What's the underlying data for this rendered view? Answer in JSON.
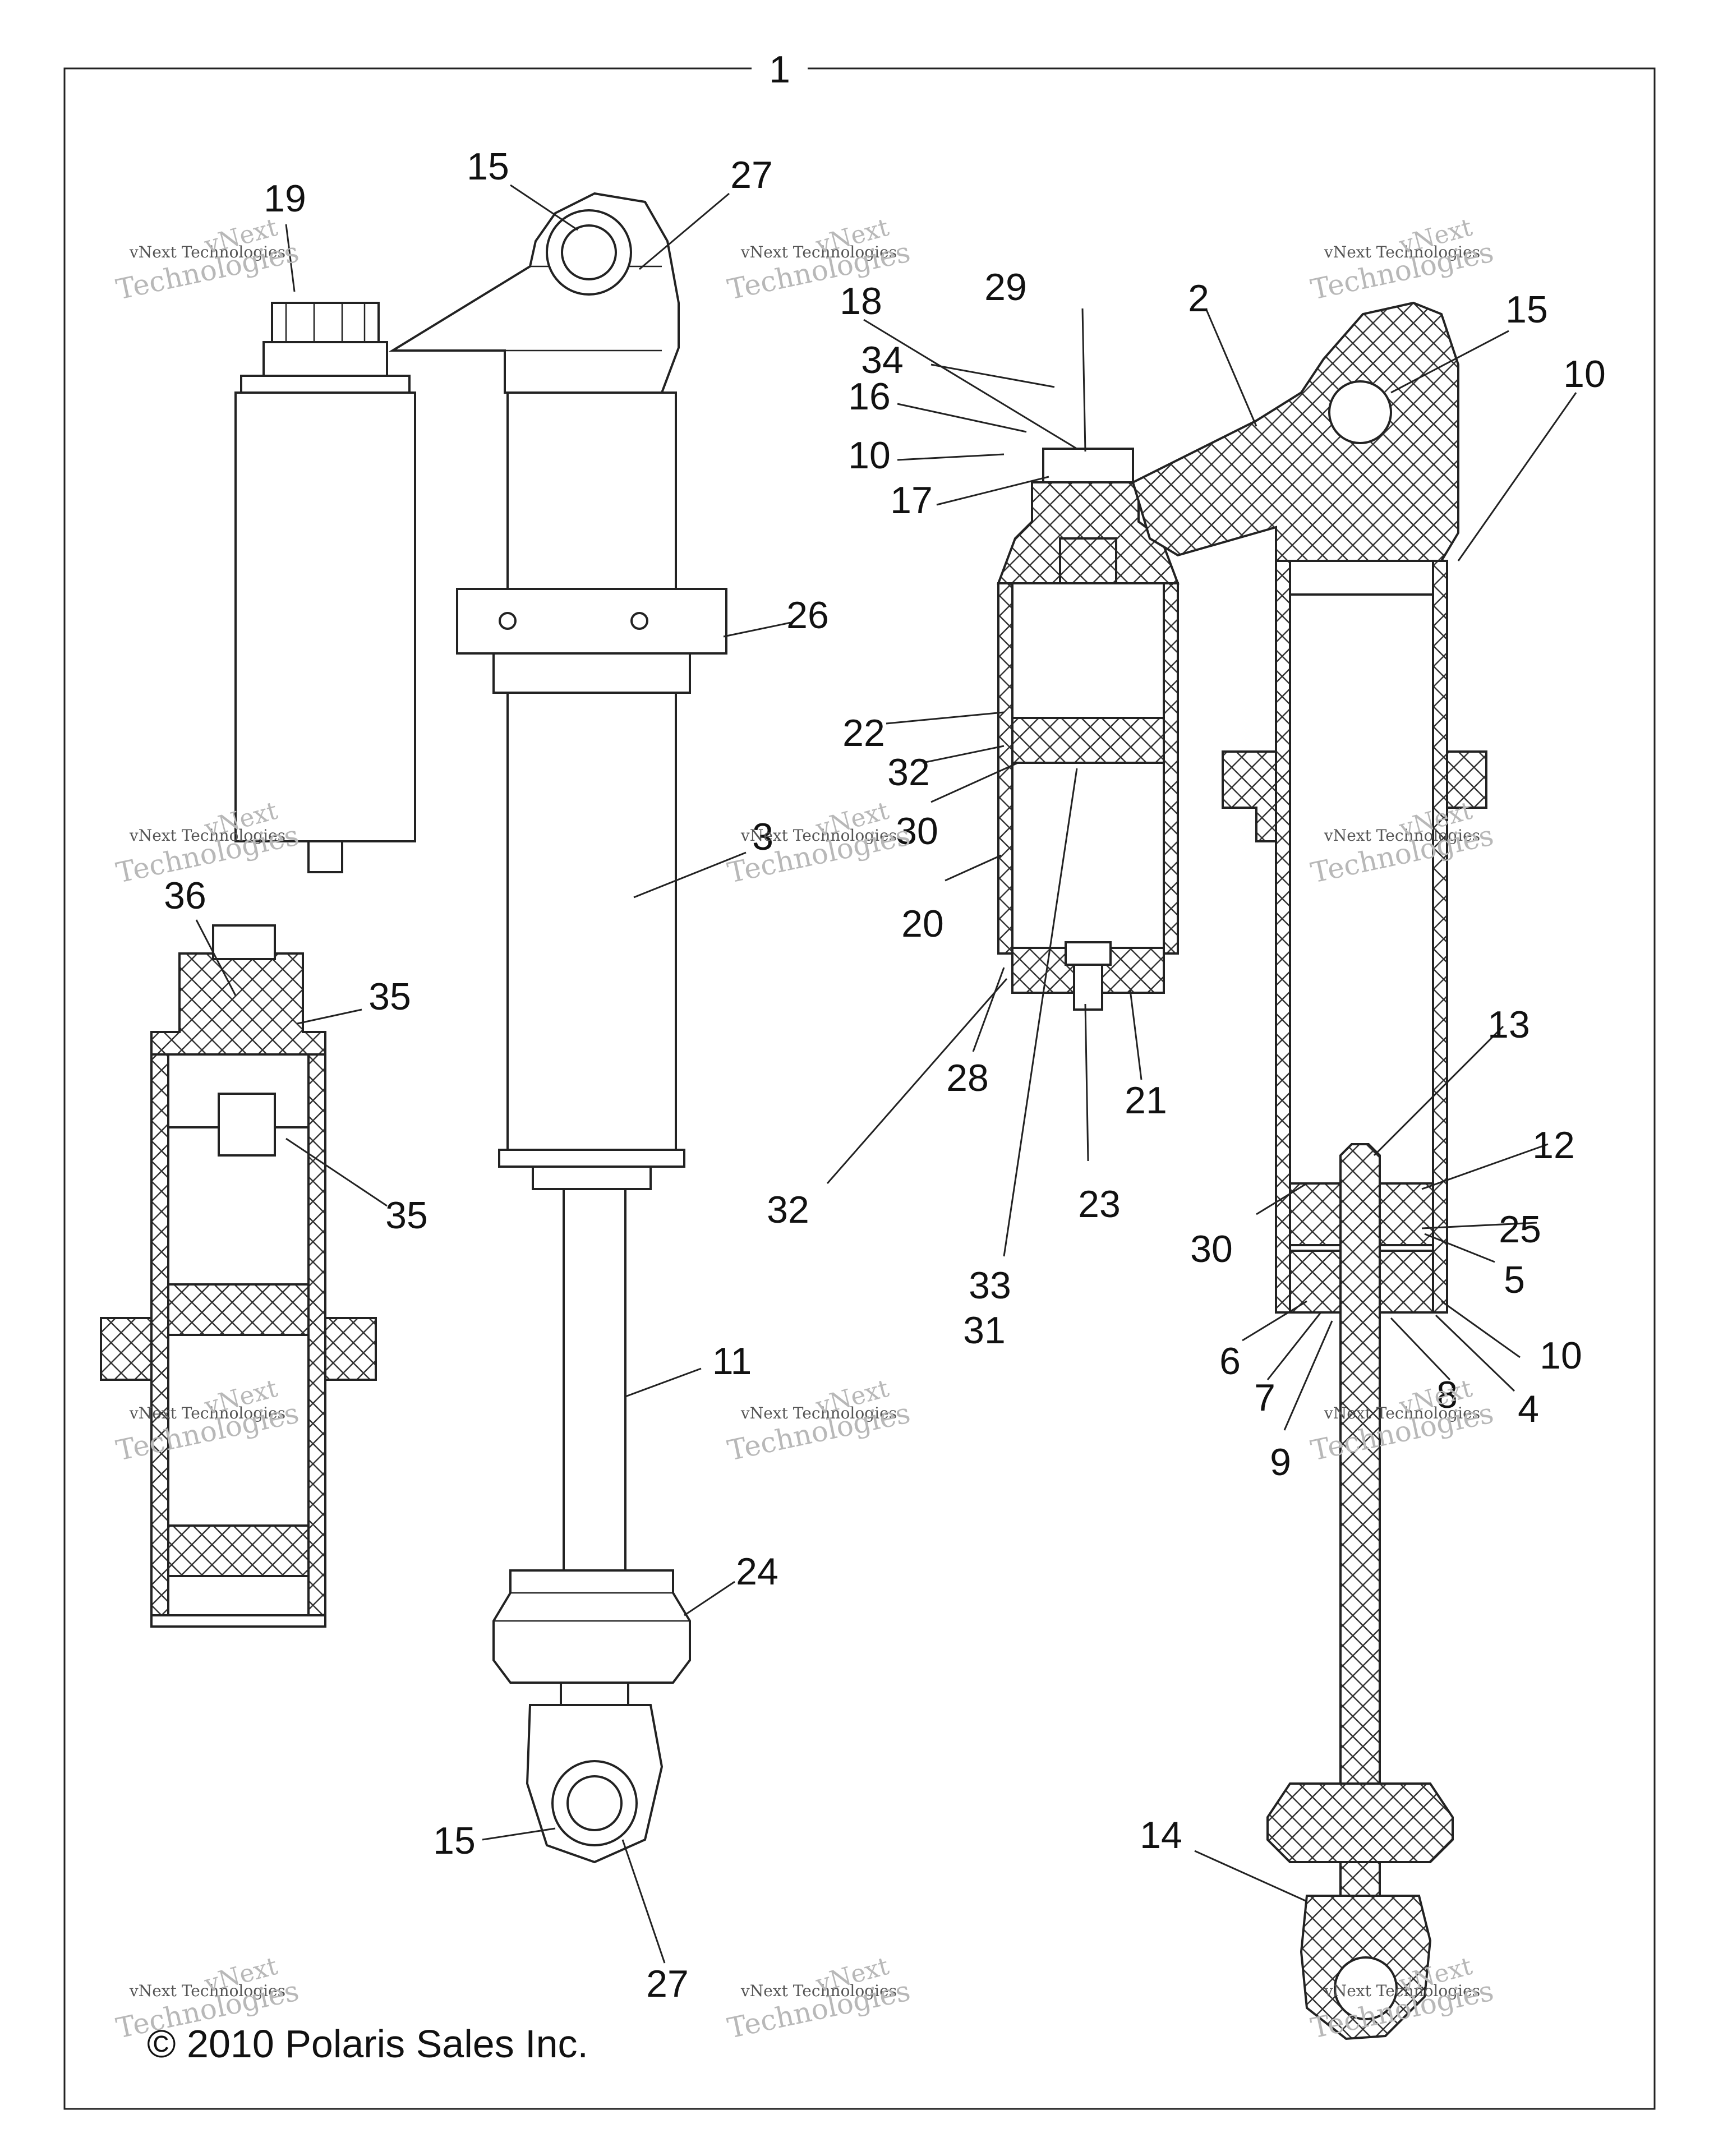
{
  "diagram": {
    "assembly_label": "1",
    "copyright": "© 2010 Polaris Sales Inc.",
    "watermark": {
      "line1": "vNext",
      "line2": "vNext Technologies",
      "line3": "Technologies"
    },
    "callouts": {
      "c1": "19",
      "c2": "15",
      "c3": "27",
      "c4": "26",
      "c5": "3",
      "c6": "36",
      "c7": "35",
      "c8": "35",
      "c9": "11",
      "c10": "24",
      "c11": "15",
      "c12": "27",
      "c13": "18",
      "c14": "29",
      "c15": "2",
      "c16": "15",
      "c17": "34",
      "c18": "16",
      "c19": "10",
      "c20": "17",
      "c21": "10",
      "c22": "22",
      "c23": "32",
      "c24": "30",
      "c25": "20",
      "c26": "28",
      "c27": "21",
      "c28": "32",
      "c29": "23",
      "c30": "33",
      "c31": "31",
      "c32": "13",
      "c33": "12",
      "c34": "30",
      "c35": "25",
      "c36": "5",
      "c37": "6",
      "c38": "10",
      "c39": "7",
      "c40": "8",
      "c41": "4",
      "c42": "9",
      "c43": "14"
    }
  }
}
